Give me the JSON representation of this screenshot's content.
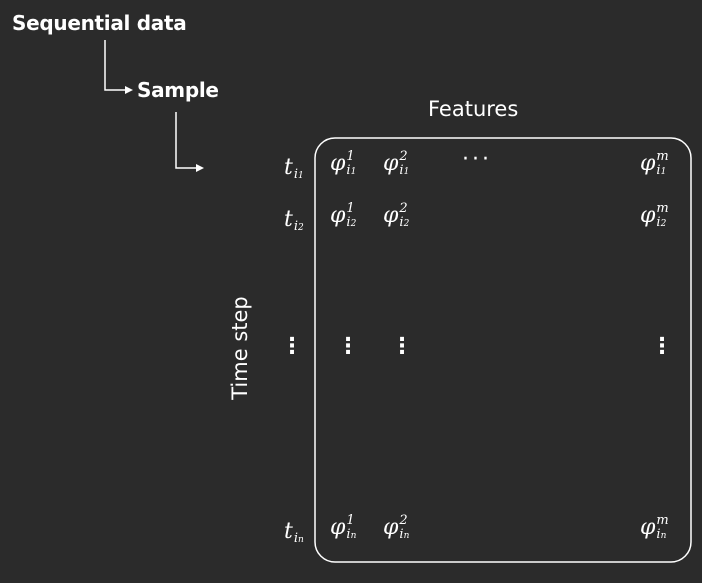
{
  "title": "Sequential data",
  "subtitle": "Sample",
  "features_label": "Features",
  "axis_label": "Time step",
  "colors": {
    "background": "#2b2b2b",
    "foreground": "#ffffff"
  },
  "time_symbol": "t",
  "feature_symbol": "φ",
  "time_subscript": "i",
  "row_indices": [
    "1",
    "2",
    "n"
  ],
  "col_superscripts": [
    "1",
    "2",
    "m"
  ],
  "ellipsis_horizontal": "···",
  "ellipsis_vertical": "⋮"
}
